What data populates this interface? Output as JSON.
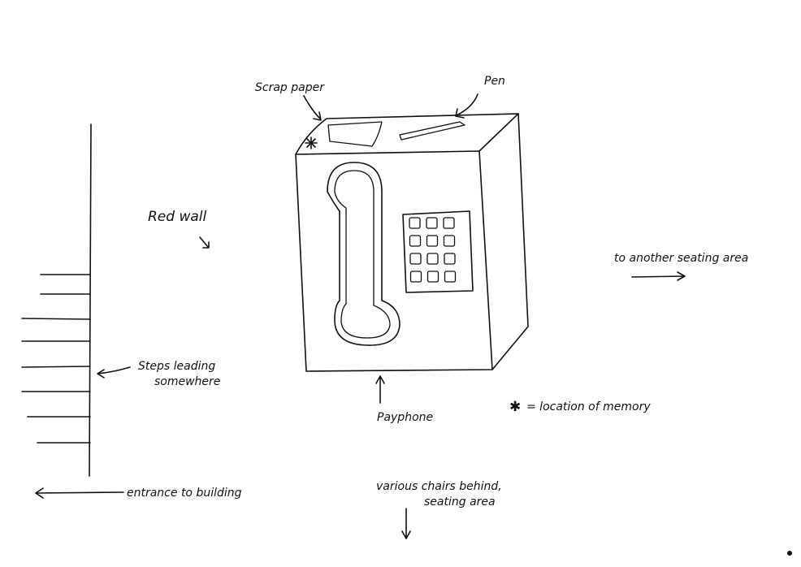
{
  "labels": {
    "scrap_paper": "Scrap paper",
    "pen": "Pen",
    "red_wall": "Red wall",
    "to_other_seating": "to another seating area",
    "steps_line1": "Steps leading",
    "steps_line2": "somewhere",
    "payphone": "Payphone",
    "legend_star": "✱",
    "legend_text": "= location of memory",
    "entrance": "entrance to building",
    "chairs_line1": "various chairs behind,",
    "chairs_line2": "seating area"
  }
}
